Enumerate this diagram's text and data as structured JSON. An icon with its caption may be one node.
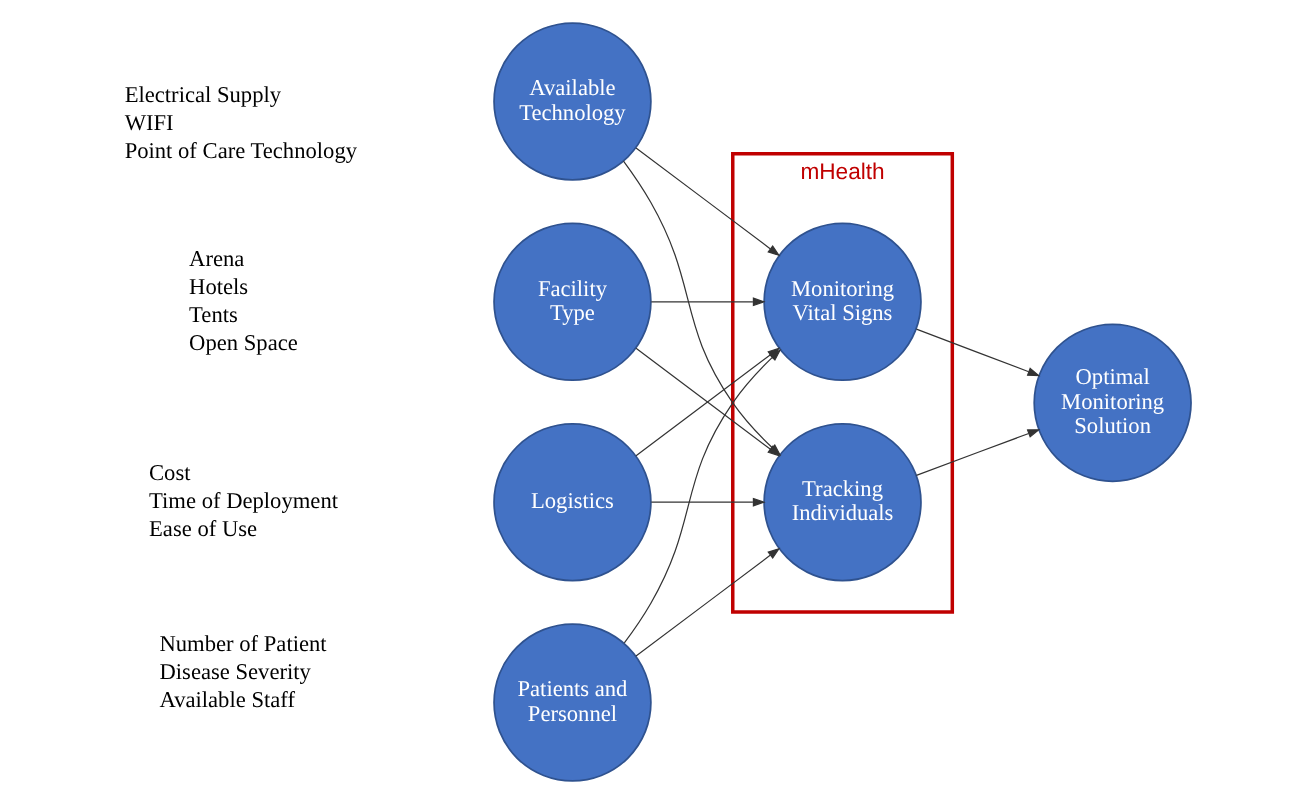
{
  "diagram": {
    "nodes": [
      {
        "text": [
          "Available Technology"
        ],
        "beside": [
          "Electrical Supply",
          "WIFI",
          "Point of Care Technology"
        ]
      },
      {
        "text": [
          "Facility Type"
        ],
        "beside": [
          "Arena",
          "Hotels",
          "Tents",
          "Open Space"
        ]
      },
      {
        "text": [
          "Logistics"
        ],
        "beside": [
          "Cost",
          "Time of Deployment",
          "Ease of Use"
        ]
      },
      {
        "text": [
          "Patients and Personnel"
        ],
        "beside": [
          "Number of Patient",
          "Disease Severity",
          "Available Staff"
        ]
      },
      {
        "text": [
          "mHealth"
        ]
      },
      {
        "text": [
          "Monitoring Vital Signs"
        ],
        "in": 4
      },
      {
        "text": [
          "Tracking Individuals"
        ],
        "in": 4
      },
      {
        "text": [
          "Optimal Monitoring Solution"
        ]
      }
    ],
    "edges": [
      {
        "from": 0,
        "to": 5,
        "arrow": "to"
      },
      {
        "from": 0,
        "to": 6,
        "arrow": "to"
      },
      {
        "from": 1,
        "to": 5,
        "arrow": "to"
      },
      {
        "from": 1,
        "to": 6,
        "arrow": "to"
      },
      {
        "from": 2,
        "to": 5,
        "arrow": "to"
      },
      {
        "from": 2,
        "to": 6,
        "arrow": "to"
      },
      {
        "from": 3,
        "to": 5,
        "arrow": "to"
      },
      {
        "from": 3,
        "to": 6,
        "arrow": "to"
      },
      {
        "from": 5,
        "to": 7,
        "arrow": "to"
      },
      {
        "from": 6,
        "to": 7,
        "arrow": "to"
      }
    ]
  }
}
